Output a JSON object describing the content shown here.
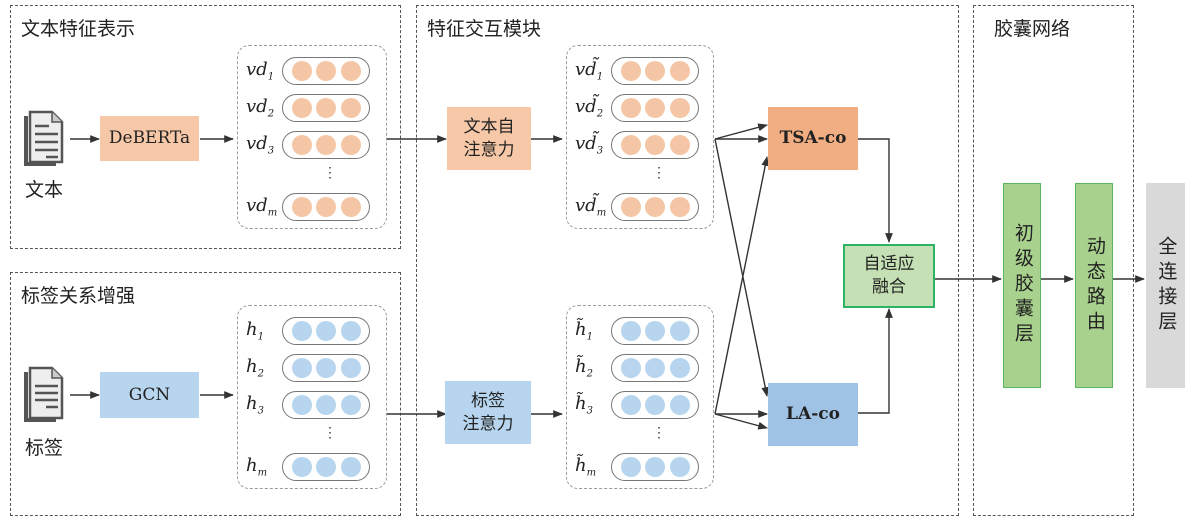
{
  "sections": {
    "text_repr": {
      "title": "文本特征表示"
    },
    "label_enh": {
      "title": "标签关系增强"
    },
    "interaction": {
      "title": "特征交互模块"
    },
    "capsule": {
      "title": "胶囊网络"
    }
  },
  "inputs": {
    "text": {
      "label": "文本",
      "icon": "document-icon"
    },
    "label": {
      "label": "标签",
      "icon": "document-icon"
    }
  },
  "blocks": {
    "deberta": {
      "label": "DeBERTa",
      "color": "#f7c8a8"
    },
    "gcn": {
      "label": "GCN",
      "color": "#b7d5ee"
    },
    "text_self_attn": {
      "label_line1": "文本自",
      "label_line2": "注意力",
      "color": "#f7c8a8"
    },
    "label_attn": {
      "label_line1": "标签",
      "label_line2": "注意力",
      "color": "#b7d5ee"
    },
    "tsa_co": {
      "label": "TSA-co",
      "color": "#f2ae83"
    },
    "la_co": {
      "label": "LA-co",
      "color": "#9fc2e5"
    },
    "fusion": {
      "label_line1": "自适应",
      "label_line2": "融合",
      "color": "#c5e0b4",
      "border": "#2db366"
    },
    "primary_caps": {
      "label": "初级胶囊层",
      "color": "#a9d18e",
      "border": "#5cb85c"
    },
    "dynamic_routing": {
      "label": "动态路由",
      "color": "#a9d18e",
      "border": "#5cb85c"
    },
    "fc_layer": {
      "label": "全连接层",
      "color": "#d9d9d9"
    }
  },
  "vectors": {
    "vd": {
      "items": [
        {
          "base": "vd",
          "sub": "1"
        },
        {
          "base": "vd",
          "sub": "2"
        },
        {
          "base": "vd",
          "sub": "3"
        },
        {
          "base": "vd",
          "sub": "m"
        }
      ],
      "dot_color": "#f5c6a5"
    },
    "vd_tilde": {
      "items": [
        {
          "base": "vd̃",
          "sub": "1"
        },
        {
          "base": "vd̃",
          "sub": "2"
        },
        {
          "base": "vd̃",
          "sub": "3"
        },
        {
          "base": "vd̃",
          "sub": "m"
        }
      ],
      "dot_color": "#f5c6a5"
    },
    "h": {
      "items": [
        {
          "base": "h",
          "sub": "1"
        },
        {
          "base": "h",
          "sub": "2"
        },
        {
          "base": "h",
          "sub": "3"
        },
        {
          "base": "h",
          "sub": "m"
        }
      ],
      "dot_color": "#b7d5ee"
    },
    "h_tilde": {
      "items": [
        {
          "base": "h̃",
          "sub": "1"
        },
        {
          "base": "h̃",
          "sub": "2"
        },
        {
          "base": "h̃",
          "sub": "3"
        },
        {
          "base": "h̃",
          "sub": "m"
        }
      ],
      "dot_color": "#b7d5ee"
    },
    "ellipsis": "⋮"
  }
}
